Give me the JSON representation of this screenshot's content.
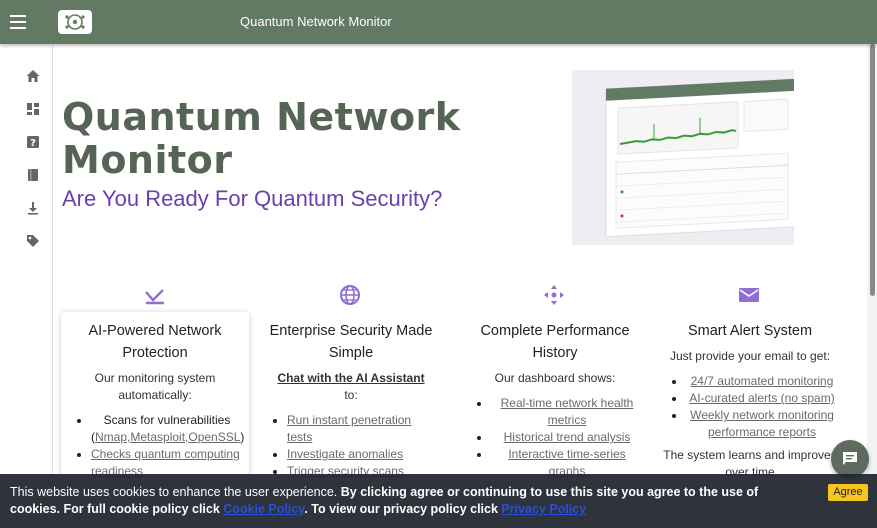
{
  "app": {
    "title": "Quantum Network Monitor"
  },
  "hero": {
    "title": "Quantum Network Monitor",
    "subtitle": "Are You Ready For Quantum Security?"
  },
  "colors": {
    "header": "#627a63",
    "accent": "#6a3fb0",
    "title": "#556455",
    "icon": "#8f6dd2"
  },
  "sidebar": {
    "items": [
      {
        "icon": "home-icon"
      },
      {
        "icon": "dashboard-icon"
      },
      {
        "icon": "help-icon"
      },
      {
        "icon": "book-icon"
      },
      {
        "icon": "download-icon"
      },
      {
        "icon": "tag-icon"
      }
    ]
  },
  "features": [
    {
      "icon": "ai-graph-icon",
      "title": "AI-Powered Network Protection",
      "text": "Our monitoring system automatically:",
      "items": [
        "Scans for vulnerabilities (Nmap,Metasploit,OpenSSL)",
        "Checks quantum computing readiness"
      ]
    },
    {
      "icon": "globe-icon",
      "title": "Enterprise Security Made Simple",
      "link": "Chat with the AI Assistant",
      "link_suffix": "to:",
      "items": [
        "Run instant penetration tests",
        "Investigate anomalies",
        "Trigger security scans"
      ]
    },
    {
      "icon": "move-arrows-icon",
      "title": "Complete Performance History",
      "text": "Our dashboard shows:",
      "items": [
        "Real-time network health metrics",
        "Historical trend analysis",
        "Interactive time-series graphs"
      ]
    },
    {
      "icon": "mail-icon",
      "title": "Smart Alert System",
      "text": "Just provide your email to get:",
      "items": [
        "24/7 automated monitoring",
        "AI-curated alerts (no spam)",
        "Weekly network monitoring performance reports"
      ],
      "footer": "The system learns and improves over time"
    }
  ],
  "cookie": {
    "text": "This website uses cookies to enhance the user experience.",
    "bold_text": "By clicking agree or continuing to use this site you agree to the use of cookies. For full cookie policy click",
    "cookie_link": "Cookie Policy",
    "privacy_text": ". To view our privacy policy click",
    "privacy_link": "Privacy Policy",
    "agree": "Agree"
  }
}
